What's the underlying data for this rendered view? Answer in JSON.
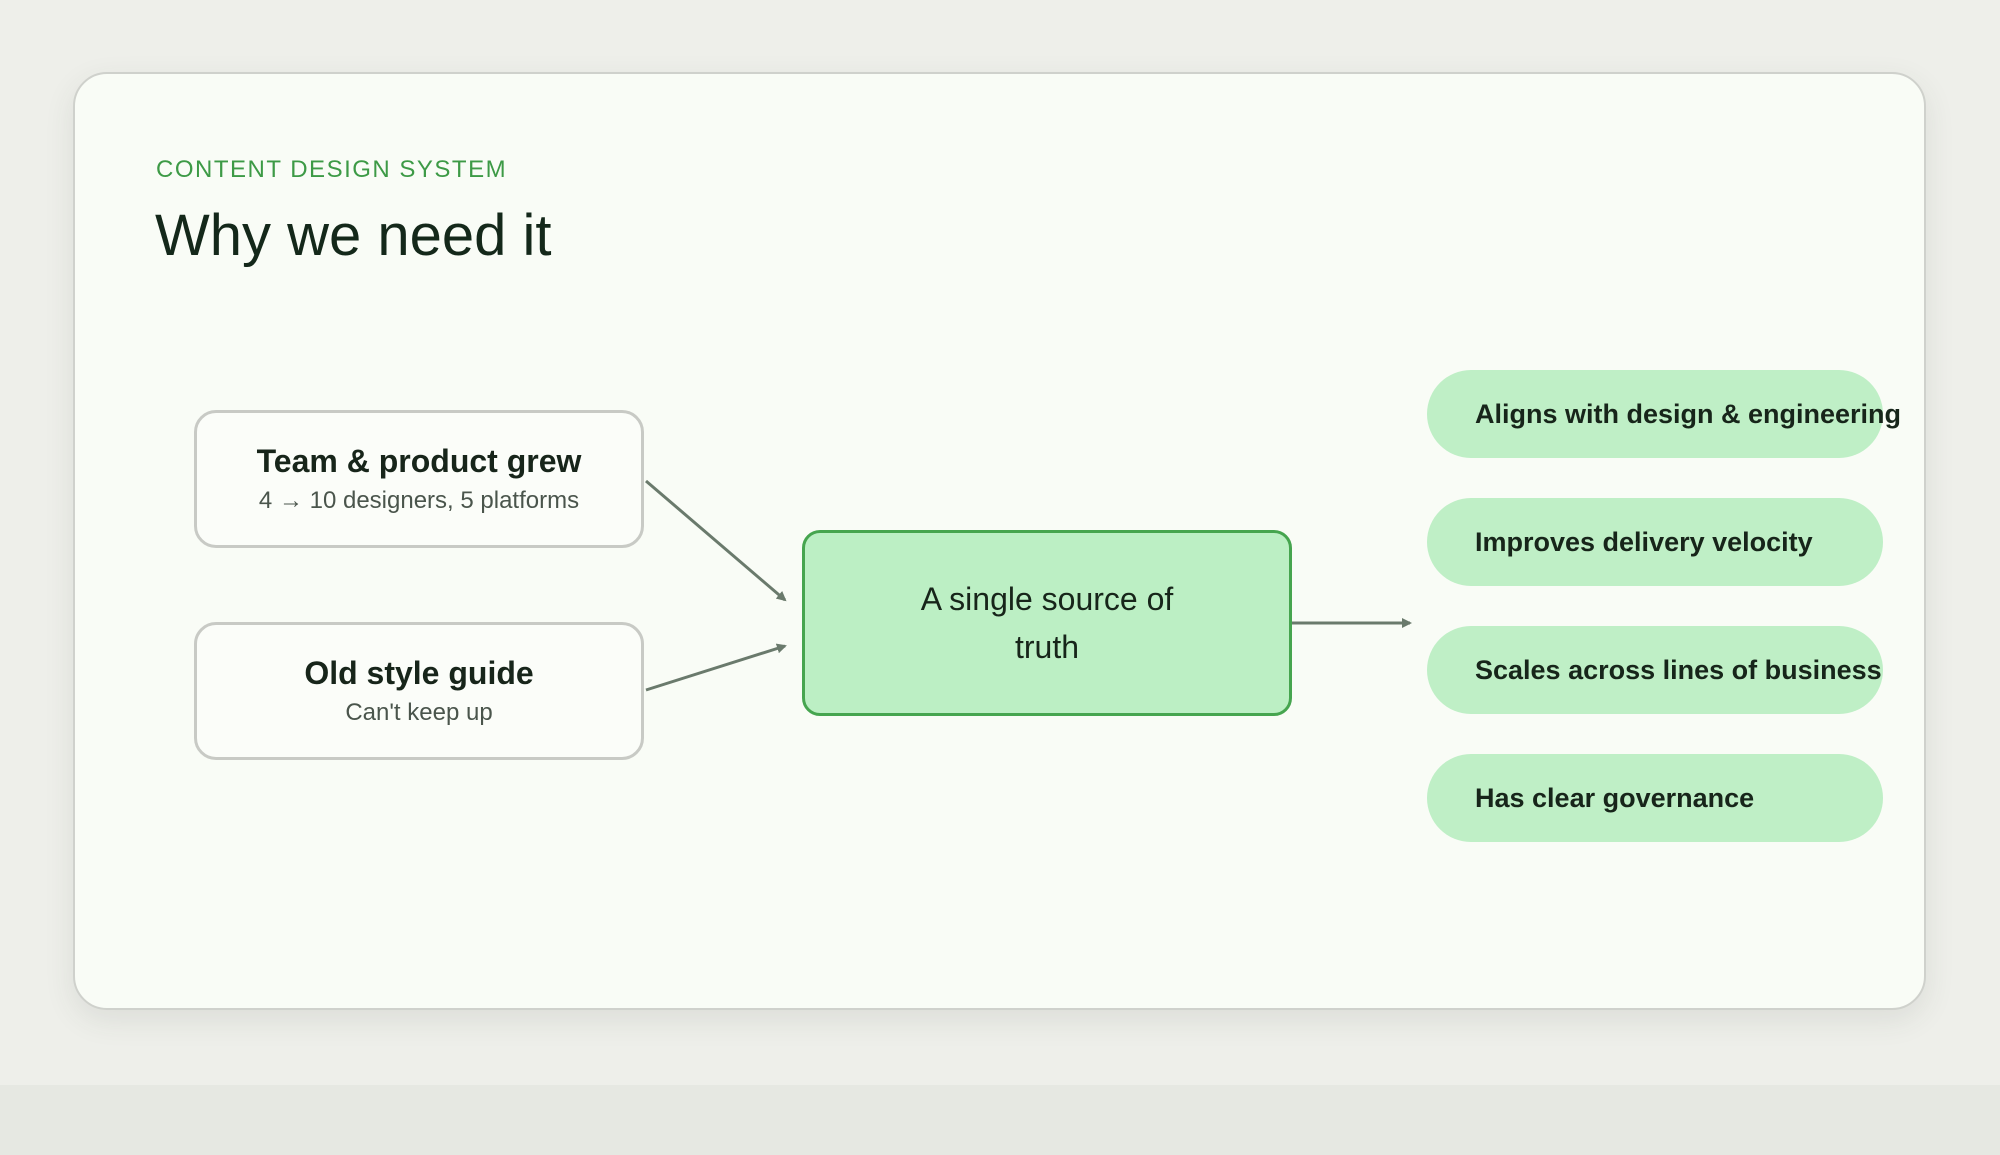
{
  "slide": {
    "eyebrow": "CONTENT DESIGN SYSTEM",
    "title": "Why we need it"
  },
  "inputs": [
    {
      "title": "Team & product grew",
      "subtitle": "4 → 10 designers, 5 platforms"
    },
    {
      "title": "Old style guide",
      "subtitle": "Can't keep up"
    }
  ],
  "center": {
    "label": "A single source of truth"
  },
  "outcomes": [
    {
      "label": "Aligns with design & engineering"
    },
    {
      "label": "Improves delivery velocity"
    },
    {
      "label": "Scales across lines of business"
    },
    {
      "label": "Has clear governance"
    }
  ],
  "colors": {
    "accent_green": "#3d9a46",
    "center_fill": "#bcefc4",
    "center_border": "#46a54f",
    "pill_fill": "#bfefc6",
    "arrow": "#6a7a6c",
    "title_text": "#14281a"
  }
}
